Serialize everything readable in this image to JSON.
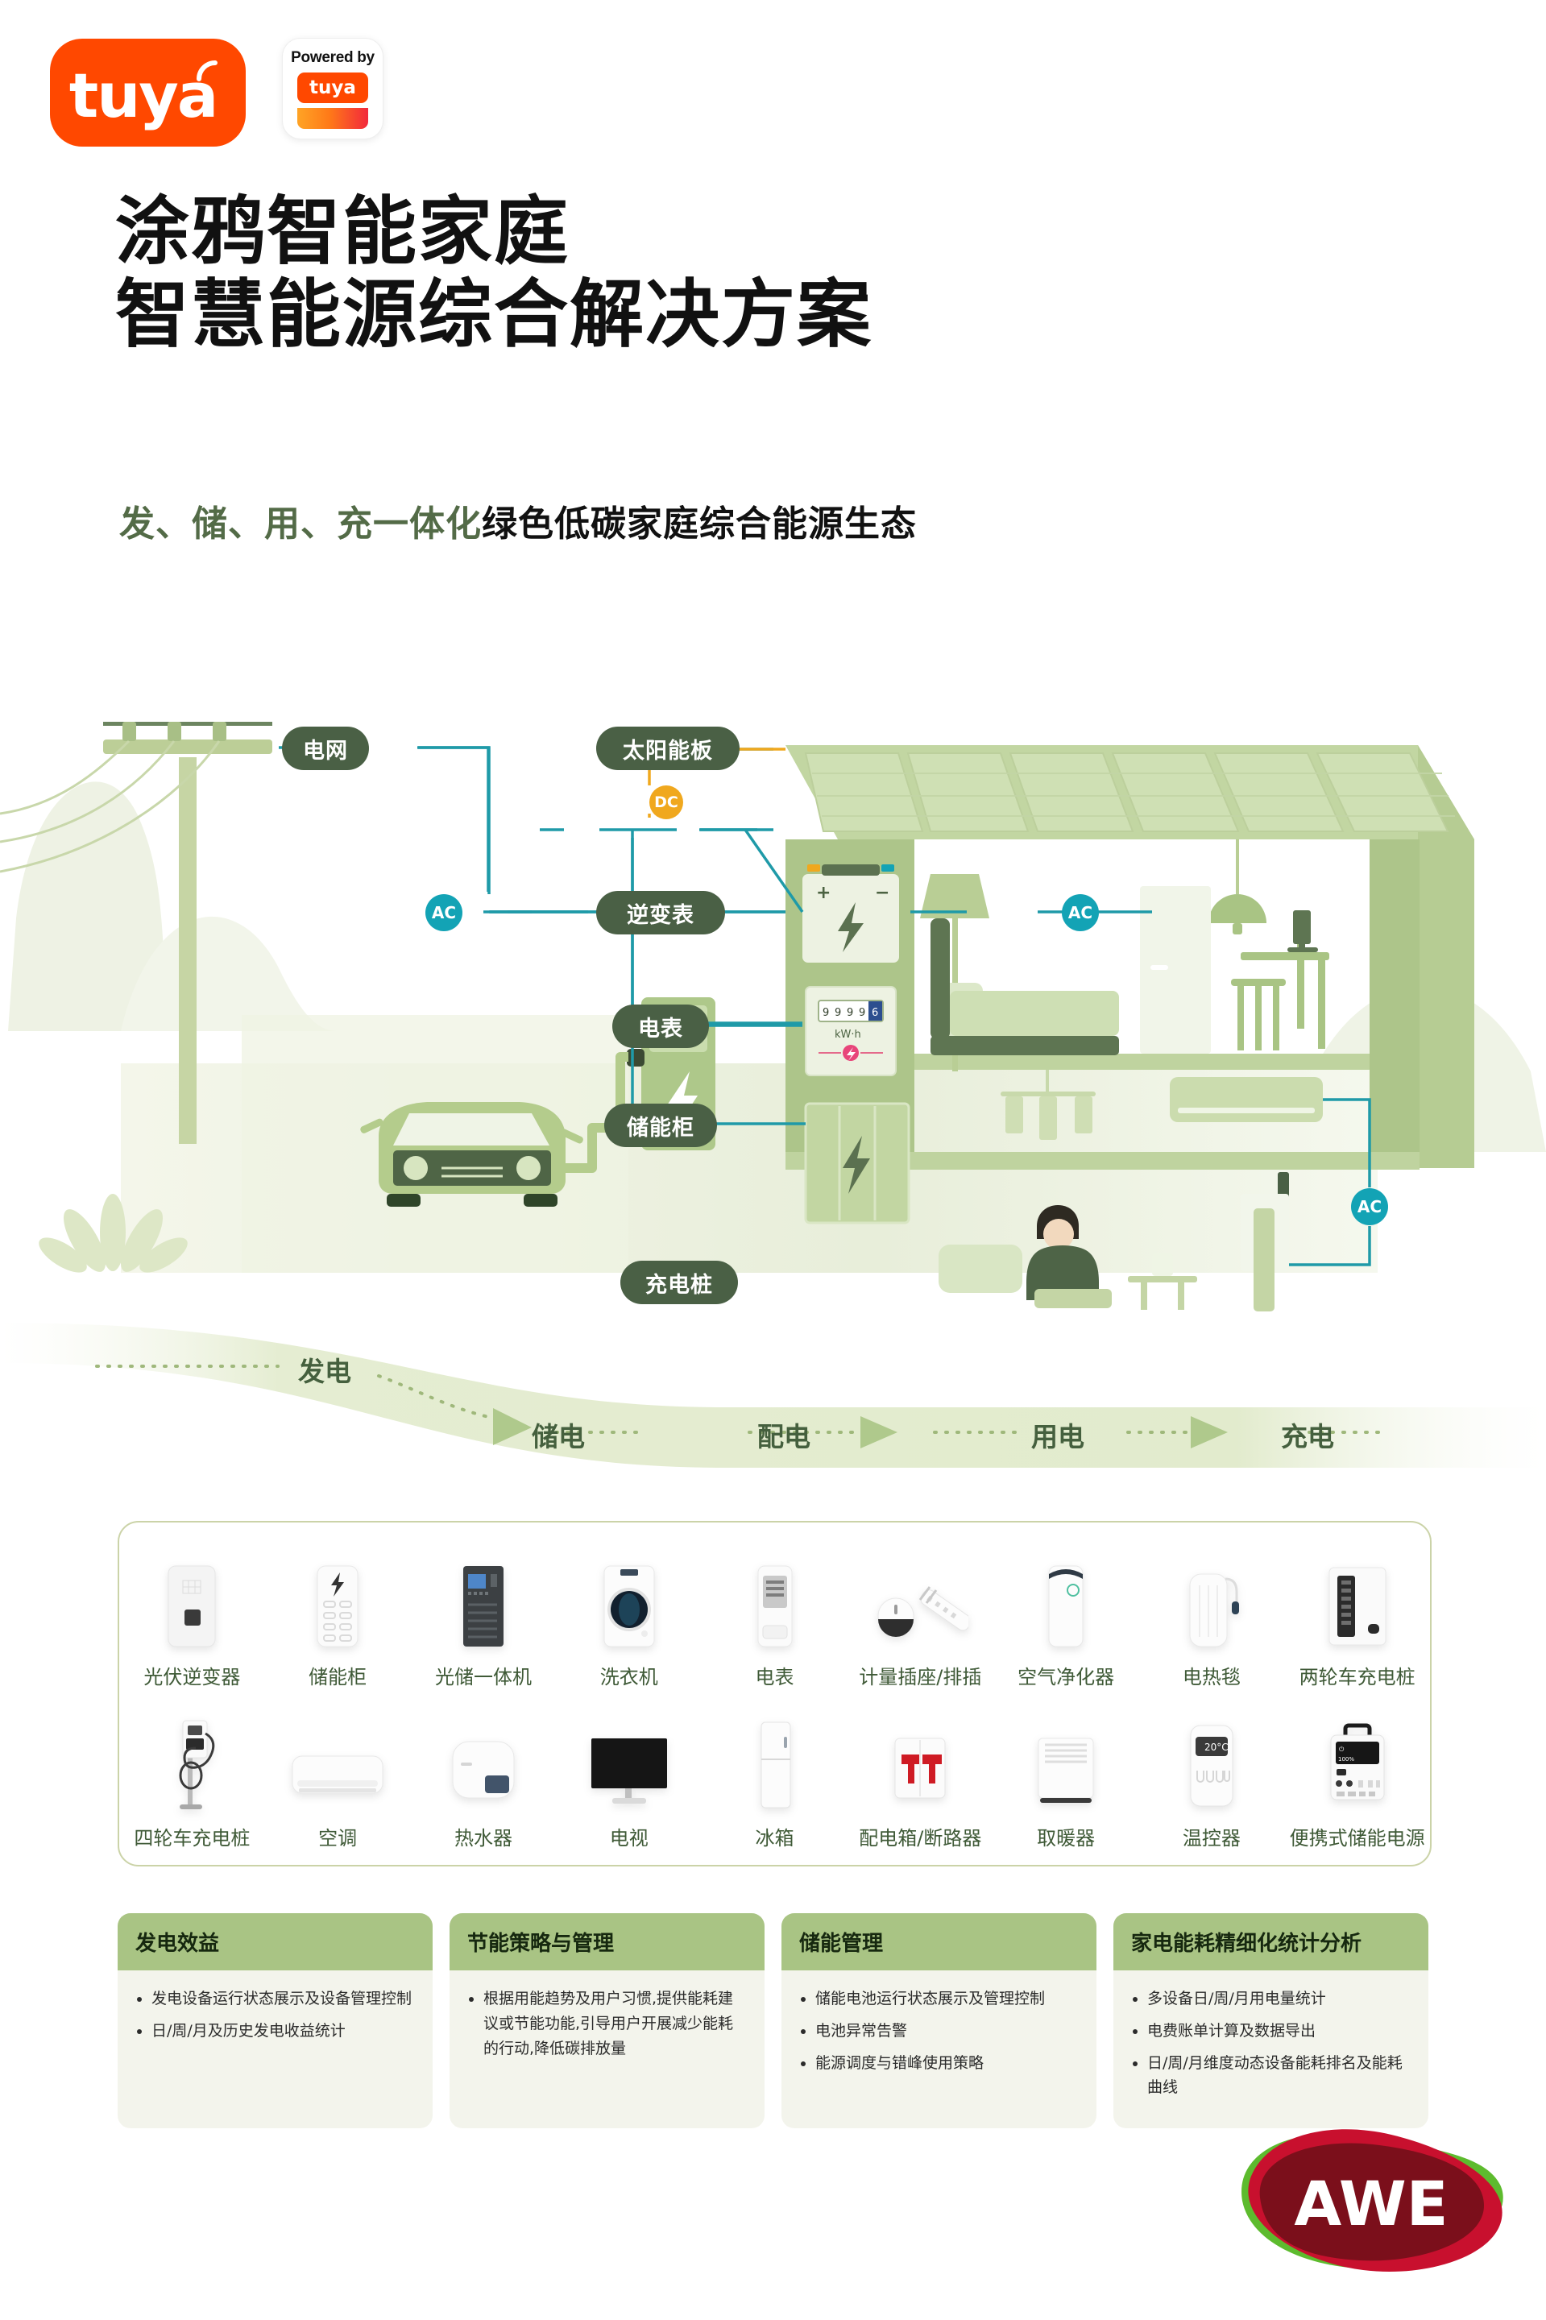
{
  "brand": {
    "tuya_wordmark": "tuya",
    "powered_by_label": "Powered by",
    "powered_by_wordmark": "tuya",
    "accent_orange": "#FF4800"
  },
  "title": {
    "line1": "涂鸦智能家庭",
    "line2": "智慧能源综合解决方案"
  },
  "subtitle": {
    "highlight": "发、储、用、充一体化",
    "rest": "绿色低碳家庭综合能源生态",
    "highlight_color": "#536B47"
  },
  "diagram": {
    "labels": {
      "grid": "电网",
      "solar_panel": "太阳能板",
      "inverter": "逆变表",
      "meter": "电表",
      "storage_cabinet": "储能柜",
      "charging_pile": "充电桩"
    },
    "nodes": {
      "dc": "DC",
      "ac1": "AC",
      "ac2": "AC",
      "ac3": "AC"
    },
    "meter_reading": "9 9 9 9 6",
    "meter_unit": "kW·h",
    "colors": {
      "ac_node": "#13A3B5",
      "dc_node": "#F0A81E",
      "pill": "#4A6045",
      "wire": "#1F9AA8"
    }
  },
  "flow": {
    "steps": [
      "发电",
      "储电",
      "配电",
      "用电",
      "充电"
    ]
  },
  "devices": {
    "row1": [
      {
        "name": "光伏逆变器",
        "icon": "pv-inverter-icon"
      },
      {
        "name": "储能柜",
        "icon": "storage-cabinet-icon"
      },
      {
        "name": "光储一体机",
        "icon": "pv-storage-allinone-icon"
      },
      {
        "name": "洗衣机",
        "icon": "washing-machine-icon"
      },
      {
        "name": "电表",
        "icon": "electricity-meter-icon"
      },
      {
        "name": "计量插座/排插",
        "icon": "smart-plug-strip-icon"
      },
      {
        "name": "空气净化器",
        "icon": "air-purifier-icon"
      },
      {
        "name": "电热毯",
        "icon": "electric-blanket-icon"
      },
      {
        "name": "两轮车充电桩",
        "icon": "two-wheeler-charger-icon"
      }
    ],
    "row2": [
      {
        "name": "四轮车充电桩",
        "icon": "ev-charger-icon"
      },
      {
        "name": "空调",
        "icon": "air-conditioner-icon"
      },
      {
        "name": "热水器",
        "icon": "water-heater-icon"
      },
      {
        "name": "电视",
        "icon": "television-icon"
      },
      {
        "name": "冰箱",
        "icon": "refrigerator-icon"
      },
      {
        "name": "配电箱/断路器",
        "icon": "breaker-box-icon"
      },
      {
        "name": "取暖器",
        "icon": "space-heater-icon"
      },
      {
        "name": "温控器",
        "icon": "thermostat-icon"
      },
      {
        "name": "便携式储能电源",
        "icon": "portable-power-station-icon"
      }
    ],
    "thermostat_display": "20°C",
    "portable_battery_level": "100%"
  },
  "cards": [
    {
      "title": "发电效益",
      "bullets": [
        "发电设备运行状态展示及设备管理控制",
        "日/周/月及历史发电收益统计"
      ]
    },
    {
      "title": "节能策略与管理",
      "bullets": [
        "根据用能趋势及用户习惯,提供能耗建议或节能功能,引导用户开展减少能耗的行动,降低碳排放量"
      ]
    },
    {
      "title": "储能管理",
      "bullets": [
        "储能电池运行状态展示及管理控制",
        "电池异常告警",
        "能源调度与错峰使用策略"
      ]
    },
    {
      "title": "家电能耗精细化统计分析",
      "bullets": [
        "多设备日/周/月用电量统计",
        "电费账单计算及数据导出",
        "日/周/月维度动态设备能耗排名及能耗曲线"
      ]
    }
  ],
  "awe": {
    "label": "AWE",
    "red": "#C8102E",
    "dark_red": "#7B0F1B",
    "green": "#5DBB2E"
  }
}
